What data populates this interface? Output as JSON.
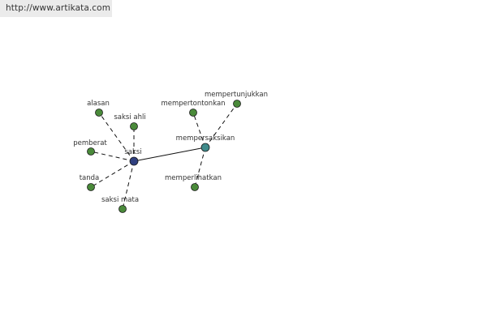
{
  "header": {
    "url": "http://www.artikata.com"
  },
  "graph": {
    "center_color": "#2f3f7f",
    "hub_color": "#3f8a8a",
    "leaf_color": "#4a8a3a",
    "edge_color": "#111111",
    "nodes": [
      {
        "id": "saksi",
        "label": "saksi",
        "kind": "center"
      },
      {
        "id": "mempersaksikan",
        "label": "mempersaksikan",
        "kind": "hub"
      },
      {
        "id": "alasan",
        "label": "alasan",
        "kind": "leaf"
      },
      {
        "id": "saksi-ahli",
        "label": "saksi ahli",
        "kind": "leaf"
      },
      {
        "id": "pemberat",
        "label": "pemberat",
        "kind": "leaf"
      },
      {
        "id": "tanda",
        "label": "tanda",
        "kind": "leaf"
      },
      {
        "id": "saksi-mata",
        "label": "saksi mata",
        "kind": "leaf"
      },
      {
        "id": "mempertontonkan",
        "label": "mempertontonkan",
        "kind": "leaf"
      },
      {
        "id": "mempertunjukkan",
        "label": "mempertunjukkan",
        "kind": "leaf"
      },
      {
        "id": "memperlihatkan",
        "label": "memperlihatkan",
        "kind": "leaf"
      }
    ],
    "edges": [
      {
        "from": "saksi",
        "to": "mempersaksikan",
        "style": "solid"
      },
      {
        "from": "saksi",
        "to": "alasan",
        "style": "dashed"
      },
      {
        "from": "saksi",
        "to": "saksi-ahli",
        "style": "dashed"
      },
      {
        "from": "saksi",
        "to": "pemberat",
        "style": "dashed"
      },
      {
        "from": "saksi",
        "to": "tanda",
        "style": "dashed"
      },
      {
        "from": "saksi",
        "to": "saksi-mata",
        "style": "dashed"
      },
      {
        "from": "mempersaksikan",
        "to": "mempertontonkan",
        "style": "dashed"
      },
      {
        "from": "mempersaksikan",
        "to": "mempertunjukkan",
        "style": "dashed"
      },
      {
        "from": "mempersaksikan",
        "to": "memperlihatkan",
        "style": "dashed"
      }
    ]
  }
}
